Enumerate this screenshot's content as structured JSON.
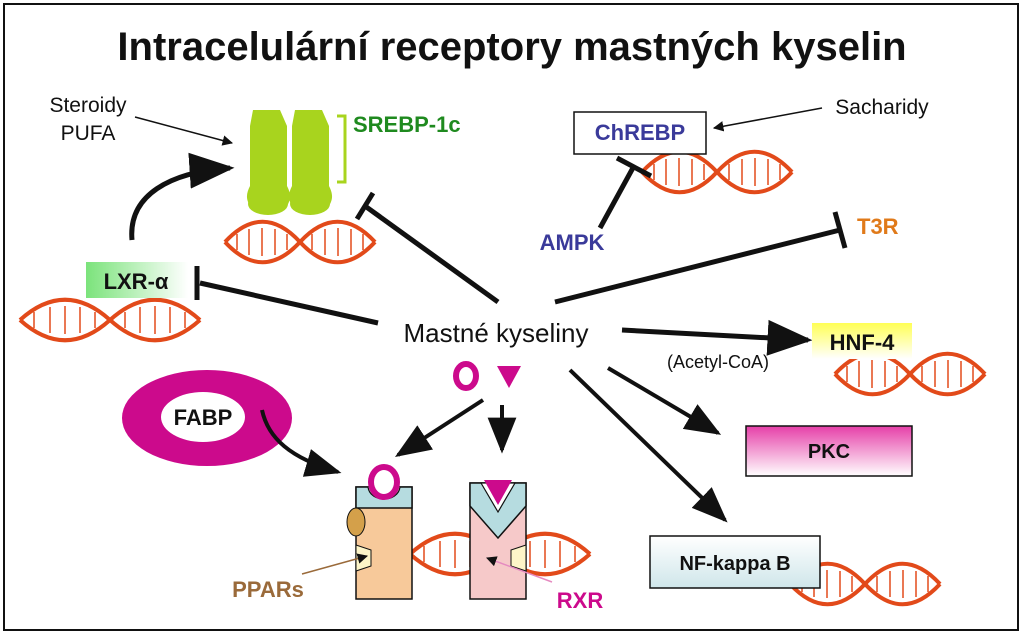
{
  "title": "Intracelulární receptory mastných kyselin",
  "labels": {
    "steroidy": "Steroidy",
    "pufa": "PUFA",
    "srebp": "SREBP-1c",
    "chrebp": "ChREBP",
    "sacharidy": "Sacharidy",
    "ampk": "AMPK",
    "t3r": "T3R",
    "lxr": "LXR-α",
    "center": "Mastné kyseliny",
    "acetyl": "(Acetyl-CoA)",
    "hnf4": "HNF-4",
    "fabp": "FABP",
    "pkc": "PKC",
    "nfkb": "NF-kappa B",
    "ppars": "PPARs",
    "rxr": "RXR"
  },
  "colors": {
    "dna": "#e24a1a",
    "srebp": "#1f8a1f",
    "srebp_shape": "#a8d41e",
    "chrebp": "#3a3a9a",
    "ampk": "#3a3a9a",
    "t3r": "#e07a1a",
    "magenta": "#cc0a8c",
    "ppars_text": "#9a6a3a",
    "ppar_body": "#f7c99a",
    "rxr_body": "#f6c9c9",
    "receptor_cap": "#b6dce0"
  },
  "icons": [
    "dna-helix-icon",
    "srebp-dimer-icon",
    "fabp-ring-icon",
    "ligand-circle-icon",
    "ligand-triangle-icon"
  ]
}
